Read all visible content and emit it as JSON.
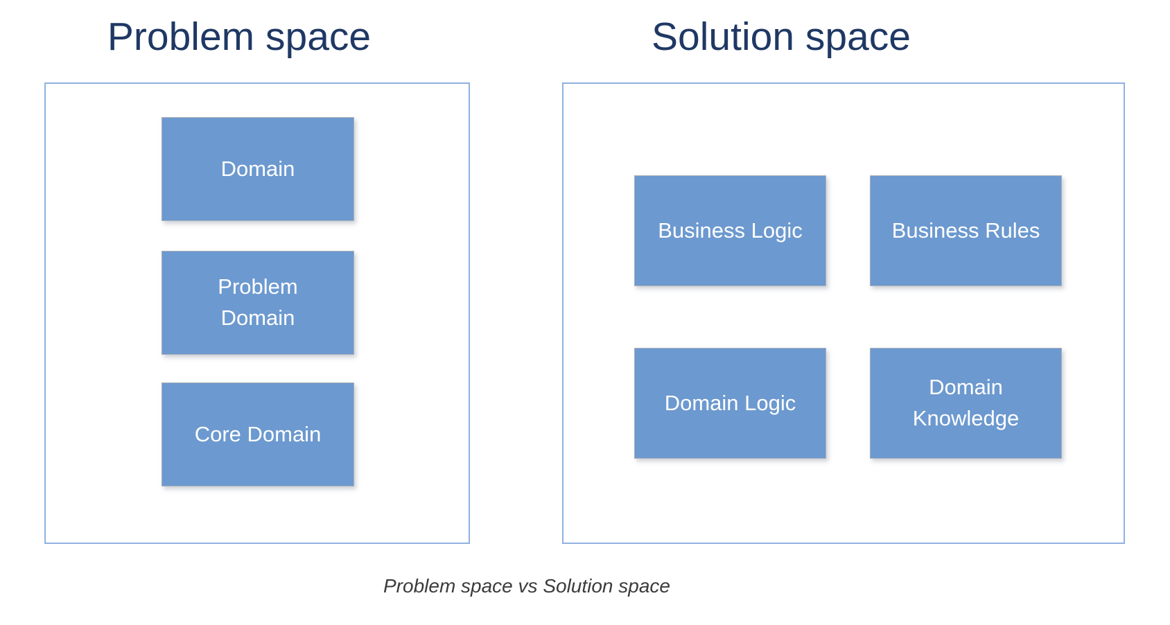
{
  "diagram": {
    "left_panel": {
      "title": "Problem space",
      "boxes": [
        "Domain",
        "Problem Domain",
        "Core Domain"
      ]
    },
    "right_panel": {
      "title": "Solution space",
      "boxes": [
        "Business Logic",
        "Business Rules",
        "Domain Logic",
        "Domain Knowledge"
      ]
    },
    "caption": "Problem space vs Solution space",
    "colors": {
      "box_fill": "#6C99CF",
      "box_text": "#FFFFFF",
      "container_border": "#8FB1E0",
      "title_text": "#1F3864",
      "caption_text": "#3B3B3B"
    }
  }
}
